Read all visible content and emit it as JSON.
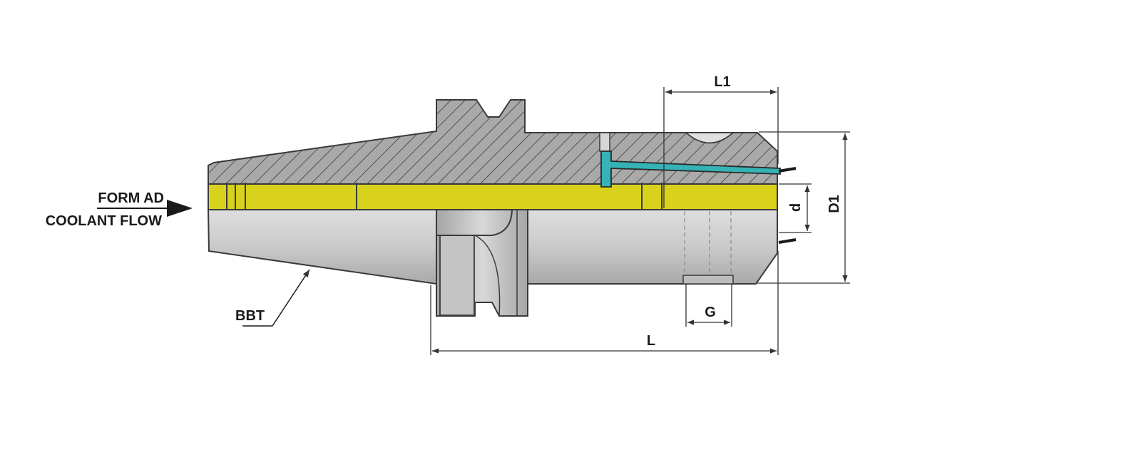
{
  "labels": {
    "inlet_line1": "FORM AD",
    "inlet_line2": "COOLANT FLOW",
    "taper": "BBT",
    "dim_L": "L",
    "dim_L1": "L1",
    "dim_D1": "D1",
    "dim_d": "d",
    "dim_G": "G"
  },
  "colors": {
    "body_gray": "#c9c9c9",
    "hatch_gray": "#a9a9a9",
    "coolant_yellow": "#d9d21c",
    "coolant_cyan": "#35b3b5",
    "outline": "#3a3a3a"
  }
}
